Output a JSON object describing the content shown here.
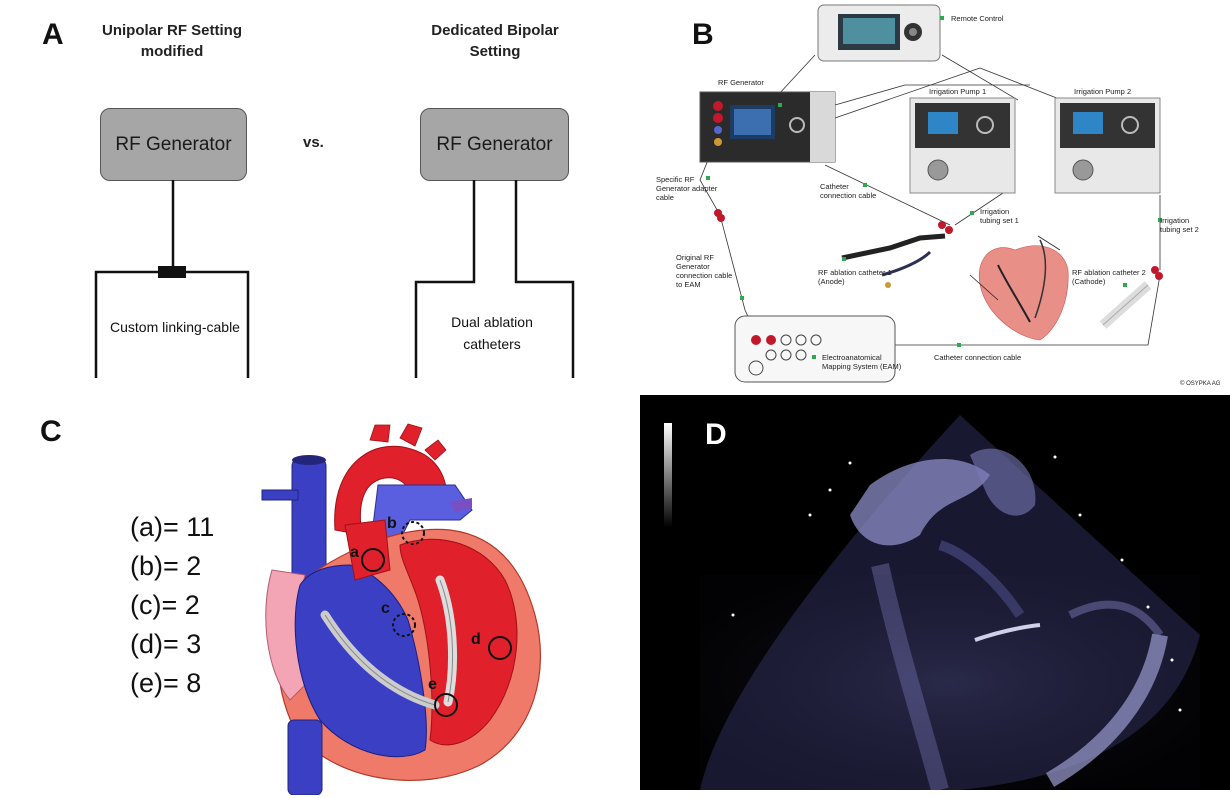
{
  "panel_a": {
    "letter": "A",
    "left_heading": "Unipolar RF Setting modified",
    "right_heading": "Dedicated Bipolar Setting",
    "vs": "vs.",
    "generator_left": "RF Generator",
    "generator_right": "RF Generator",
    "left_label": "Custom linking-cable",
    "right_label": "Dual ablation catheters"
  },
  "panel_b": {
    "letter": "B",
    "labels": {
      "remote_control": "Remote Control",
      "rf_generator": "RF Generator",
      "irrigation_pump_1": "Irrigation Pump 1",
      "irrigation_pump_2": "Irrigation Pump 2",
      "adapter_cable": "Specific RF Generator adapter cable",
      "catheter_cable_top": "Catheter connection cable",
      "tubing_set_1": "Irrigation tubing set 1",
      "tubing_set_2": "Irrigation tubing set 2",
      "original_cable": "Original RF Generator connection cable to EAM",
      "catheter_1": "RF ablation catheter 1 (Anode)",
      "catheter_2": "RF ablation catheter 2 (Cathode)",
      "eam": "Electroanatomical Mapping System (EAM)",
      "catheter_cable_bottom": "Catheter connection cable",
      "copyright": "© OSYPKA AG"
    }
  },
  "panel_c": {
    "letter": "C",
    "counts": [
      {
        "site": "a",
        "text": "(a)= 11"
      },
      {
        "site": "b",
        "text": "(b)= 2"
      },
      {
        "site": "c",
        "text": "(c)= 2"
      },
      {
        "site": "d",
        "text": "(d)= 3"
      },
      {
        "site": "e",
        "text": "(e)= 8"
      }
    ],
    "markers": [
      "a",
      "b",
      "c",
      "d",
      "e"
    ]
  },
  "panel_d": {
    "letter": "D"
  },
  "colors": {
    "generator_box": "#a6a6a6",
    "red_connector": "#c0192c",
    "green_marker": "#2fa84f",
    "heart_red": "#e0202a",
    "heart_blue": "#3a3fc4",
    "heart_pink": "#f07a6a",
    "echo_tint": "#b7b6ee"
  }
}
